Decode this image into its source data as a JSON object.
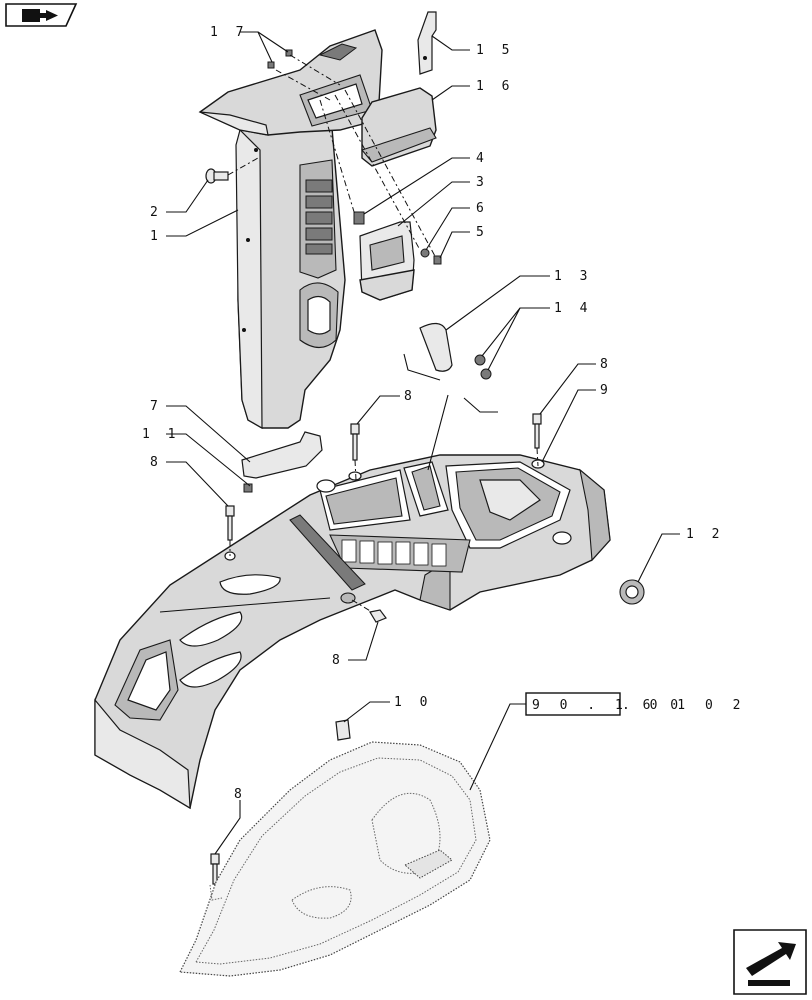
{
  "callouts": [
    {
      "id": "17",
      "text": "1 7"
    },
    {
      "id": "15",
      "text": "1 5"
    },
    {
      "id": "16",
      "text": "1 6"
    },
    {
      "id": "2",
      "text": "2"
    },
    {
      "id": "1",
      "text": "1"
    },
    {
      "id": "4",
      "text": "4"
    },
    {
      "id": "3",
      "text": "3"
    },
    {
      "id": "6",
      "text": "6"
    },
    {
      "id": "5",
      "text": "5"
    },
    {
      "id": "13",
      "text": "1 3"
    },
    {
      "id": "14",
      "text": "1 4"
    },
    {
      "id": "8a",
      "text": "8"
    },
    {
      "id": "9",
      "text": "9"
    },
    {
      "id": "7",
      "text": "7"
    },
    {
      "id": "8b",
      "text": "8"
    },
    {
      "id": "11",
      "text": "1 1"
    },
    {
      "id": "8c",
      "text": "8"
    },
    {
      "id": "12",
      "text": "1 2"
    },
    {
      "id": "8d",
      "text": "8"
    },
    {
      "id": "10",
      "text": "1 0"
    },
    {
      "id": "8e",
      "text": "8"
    }
  ],
  "reference": {
    "boxed": "9 0 . 1 6 0",
    "suffix": ". 0 1   0 2"
  },
  "icons": {
    "top_left": "book-arrow-icon",
    "bottom_right": "next-page-arrow-icon"
  }
}
